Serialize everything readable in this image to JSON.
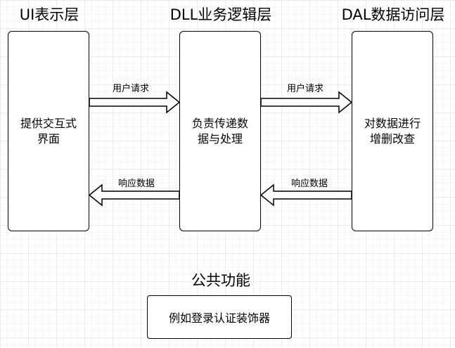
{
  "layers": [
    {
      "title": "UI表示层",
      "body": "提供交互式\n界面"
    },
    {
      "title": "DLL业务逻辑层",
      "body": "负责传递数\n据与处理"
    },
    {
      "title": "DAL数据访问层",
      "body": "对数据进行\n增删改查"
    }
  ],
  "arrows": {
    "request_1": "用户请求",
    "request_2": "用户请求",
    "response_1": "响应数据",
    "response_2": "响应数据"
  },
  "common": {
    "title": "公共功能",
    "box": "例如登录认证装饰器"
  }
}
